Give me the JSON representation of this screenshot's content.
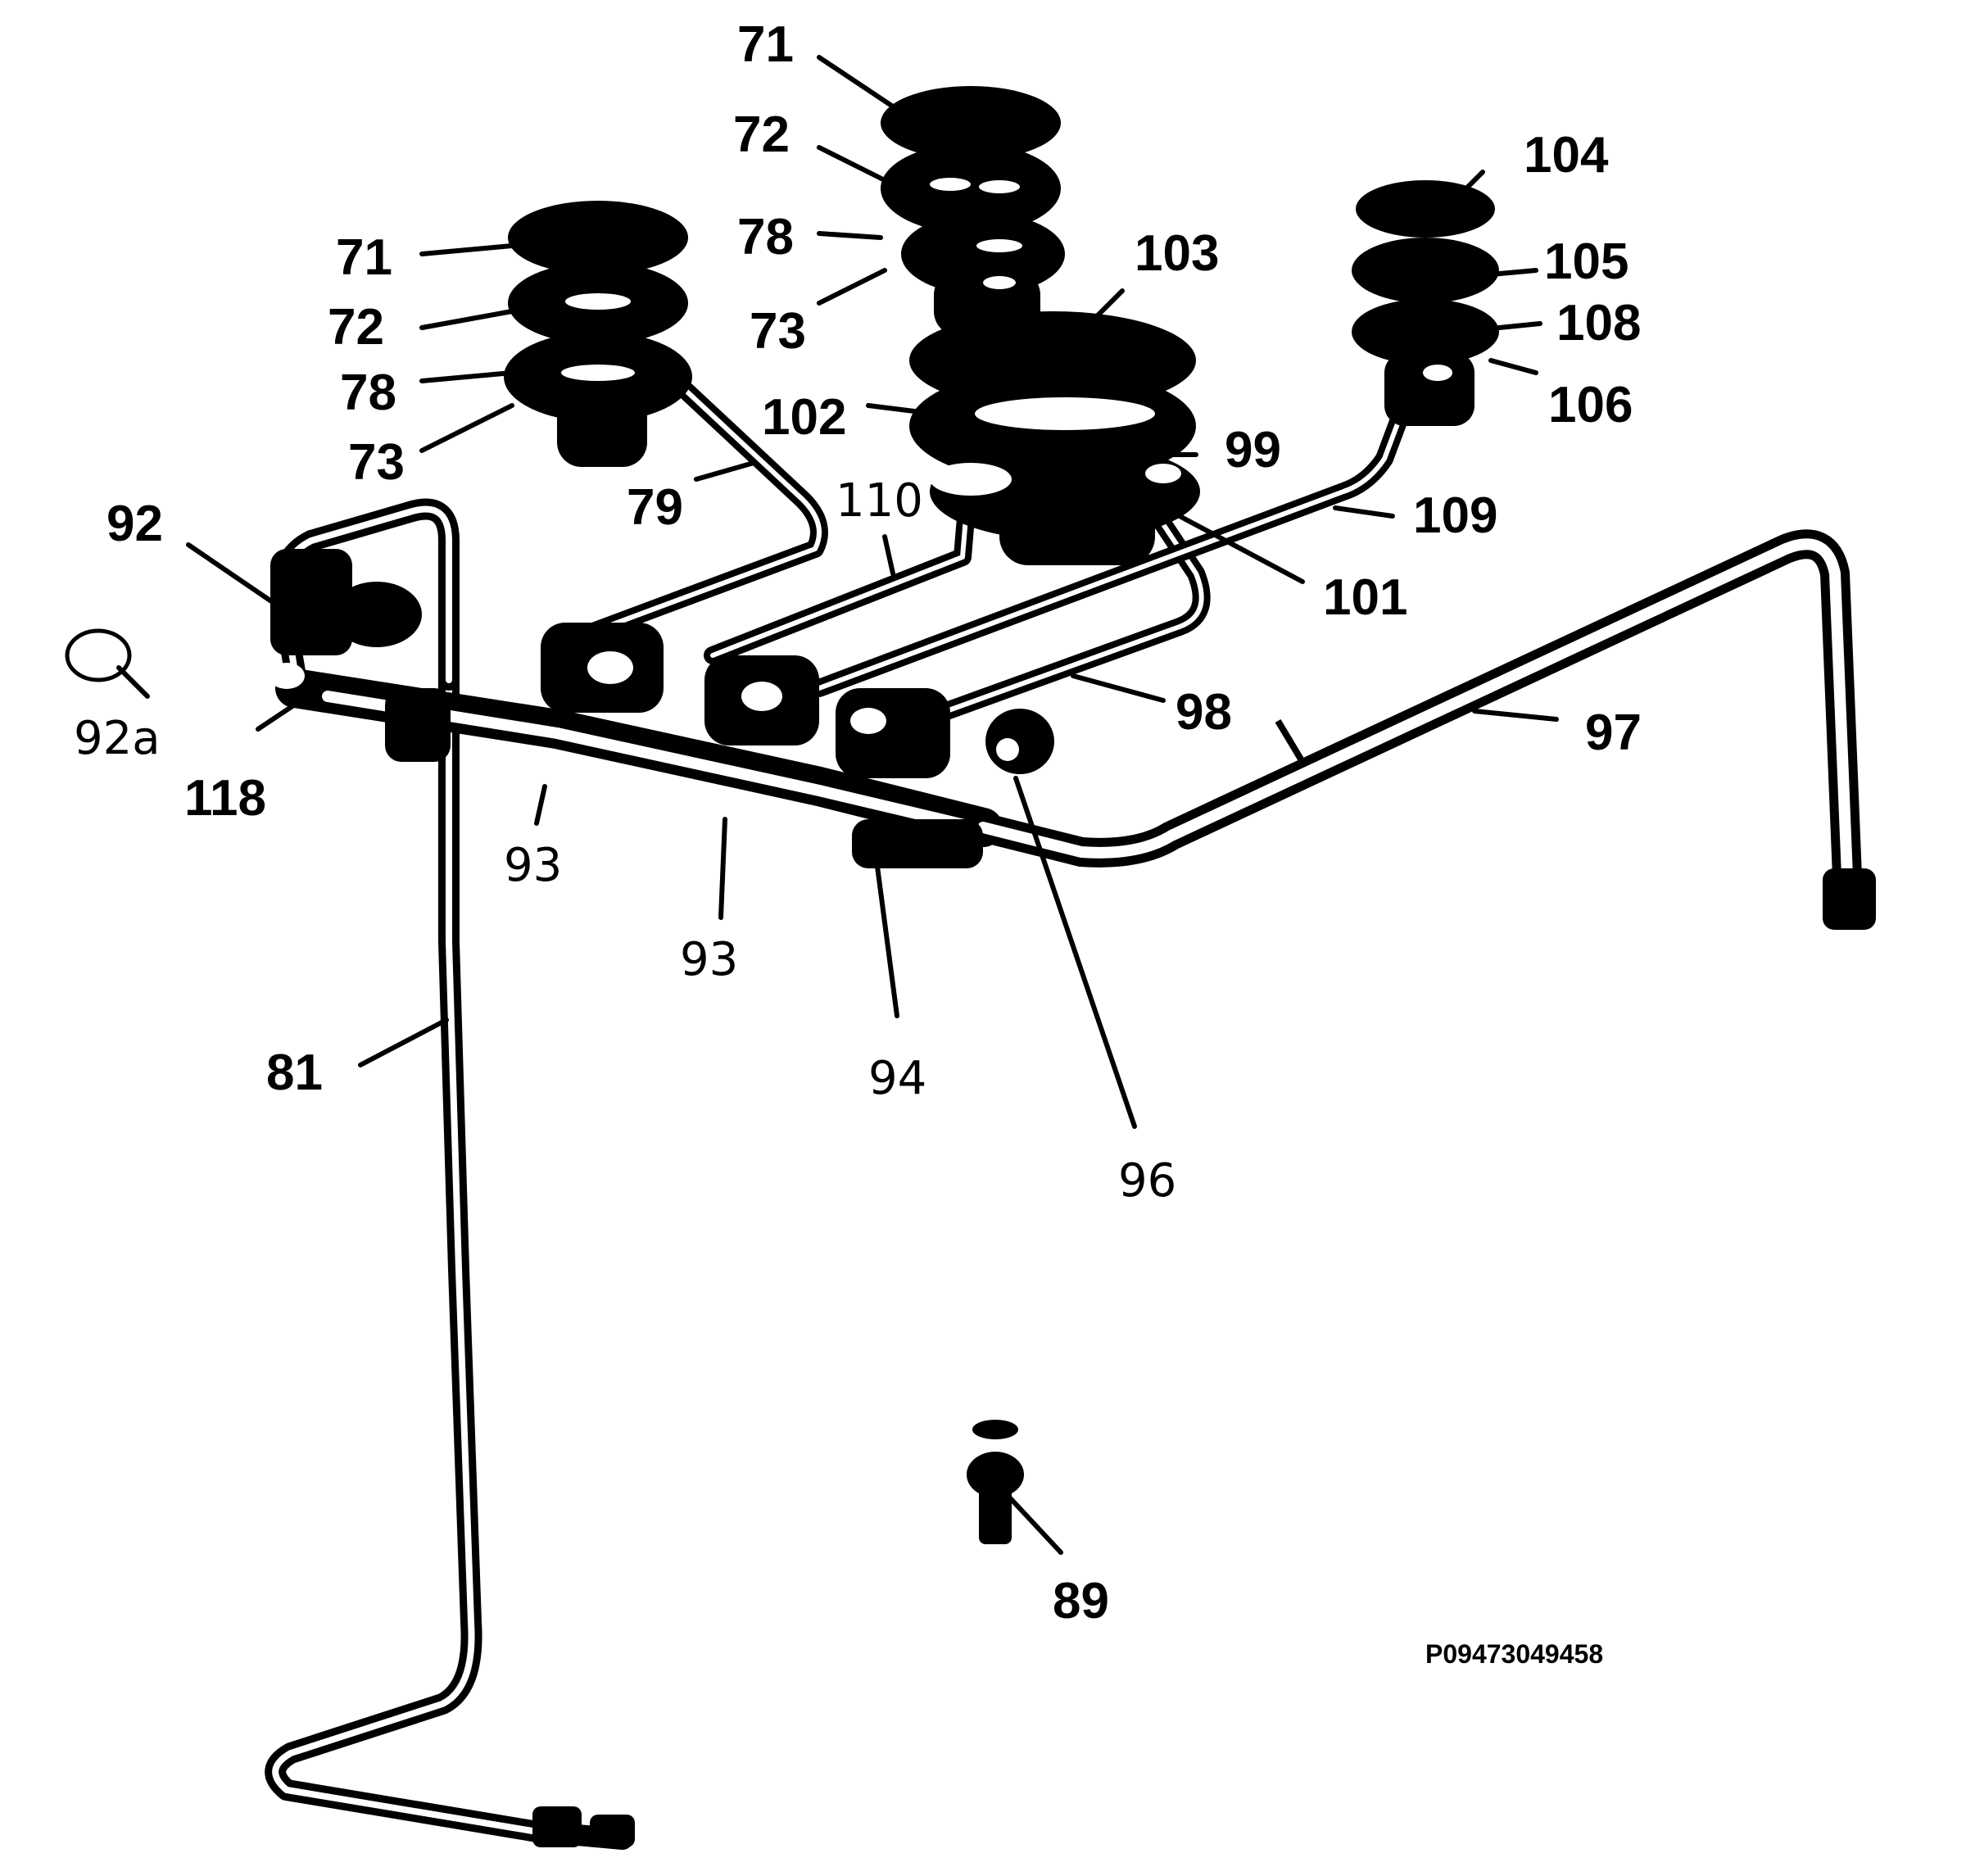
{
  "drawing": {
    "reference_code": "P09473049458"
  },
  "labels": {
    "l71a": "71",
    "l72a": "72",
    "l78a": "78",
    "l73a": "73",
    "l71b": "71",
    "l72b": "72",
    "l78b": "78",
    "l73b": "73",
    "l104": "104",
    "l105": "105",
    "l108": "108",
    "l106": "106",
    "l103": "103",
    "l102": "102",
    "l99": "99",
    "l79": "79",
    "l110": "110",
    "l109": "109",
    "l101": "101",
    "l92": "92",
    "l92a": "92a",
    "l118": "118",
    "l98": "98",
    "l97": "97",
    "l93a": "93",
    "l93b": "93",
    "l94": "94",
    "l96": "96",
    "l81": "81",
    "l89": "89"
  }
}
